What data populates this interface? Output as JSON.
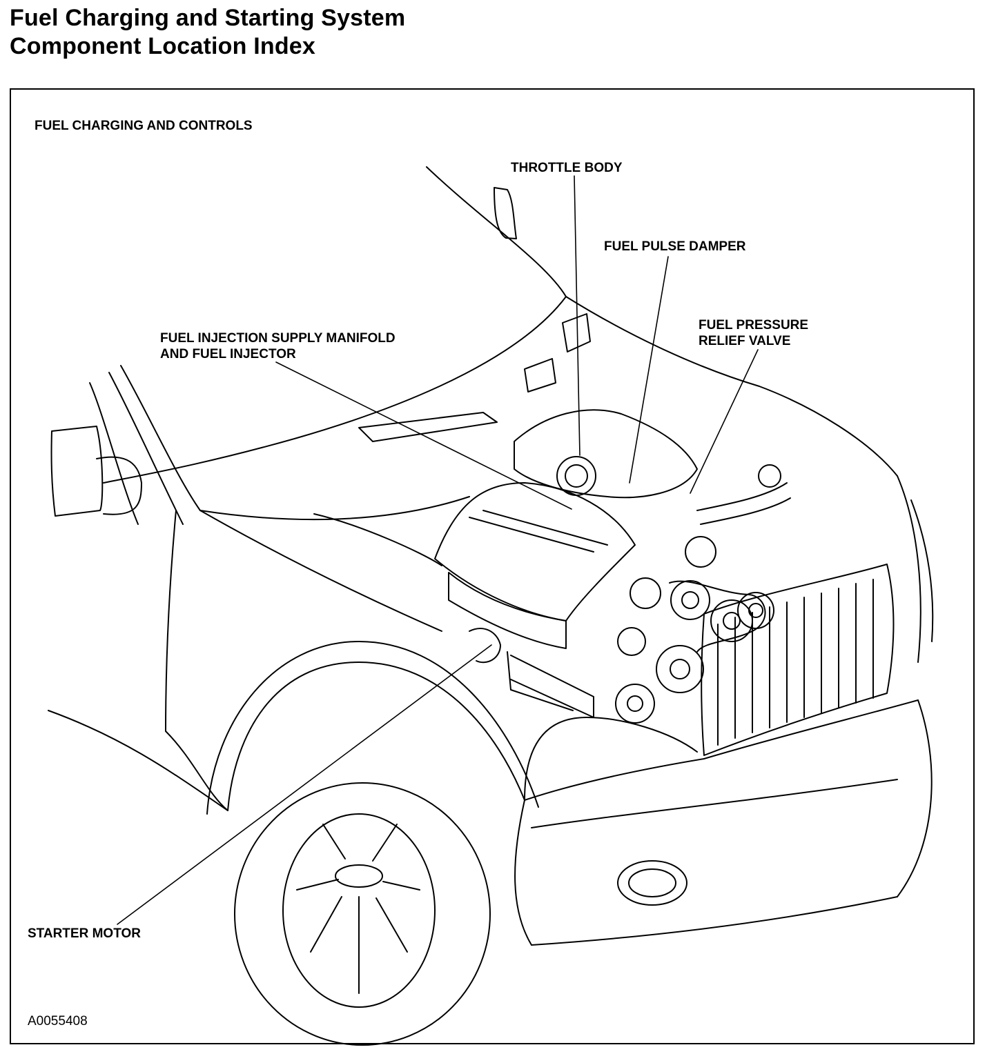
{
  "page": {
    "title_line1": "Fuel Charging and Starting System",
    "title_line2": "Component Location Index"
  },
  "diagram": {
    "section_title": "FUEL CHARGING AND CONTROLS",
    "figure_id": "A0055408",
    "labels": {
      "throttle_body": "THROTTLE BODY",
      "fuel_pulse_damper": "FUEL PULSE DAMPER",
      "fuel_pressure_relief_valve_line1": "FUEL PRESSURE",
      "fuel_pressure_relief_valve_line2": "RELIEF VALVE",
      "fuel_injection_manifold_line1": "FUEL INJECTION SUPPLY MANIFOLD",
      "fuel_injection_manifold_line2": "AND FUEL INJECTOR",
      "starter_motor": "STARTER MOTOR"
    }
  },
  "colors": {
    "ink": "#000000",
    "paper": "#ffffff"
  }
}
